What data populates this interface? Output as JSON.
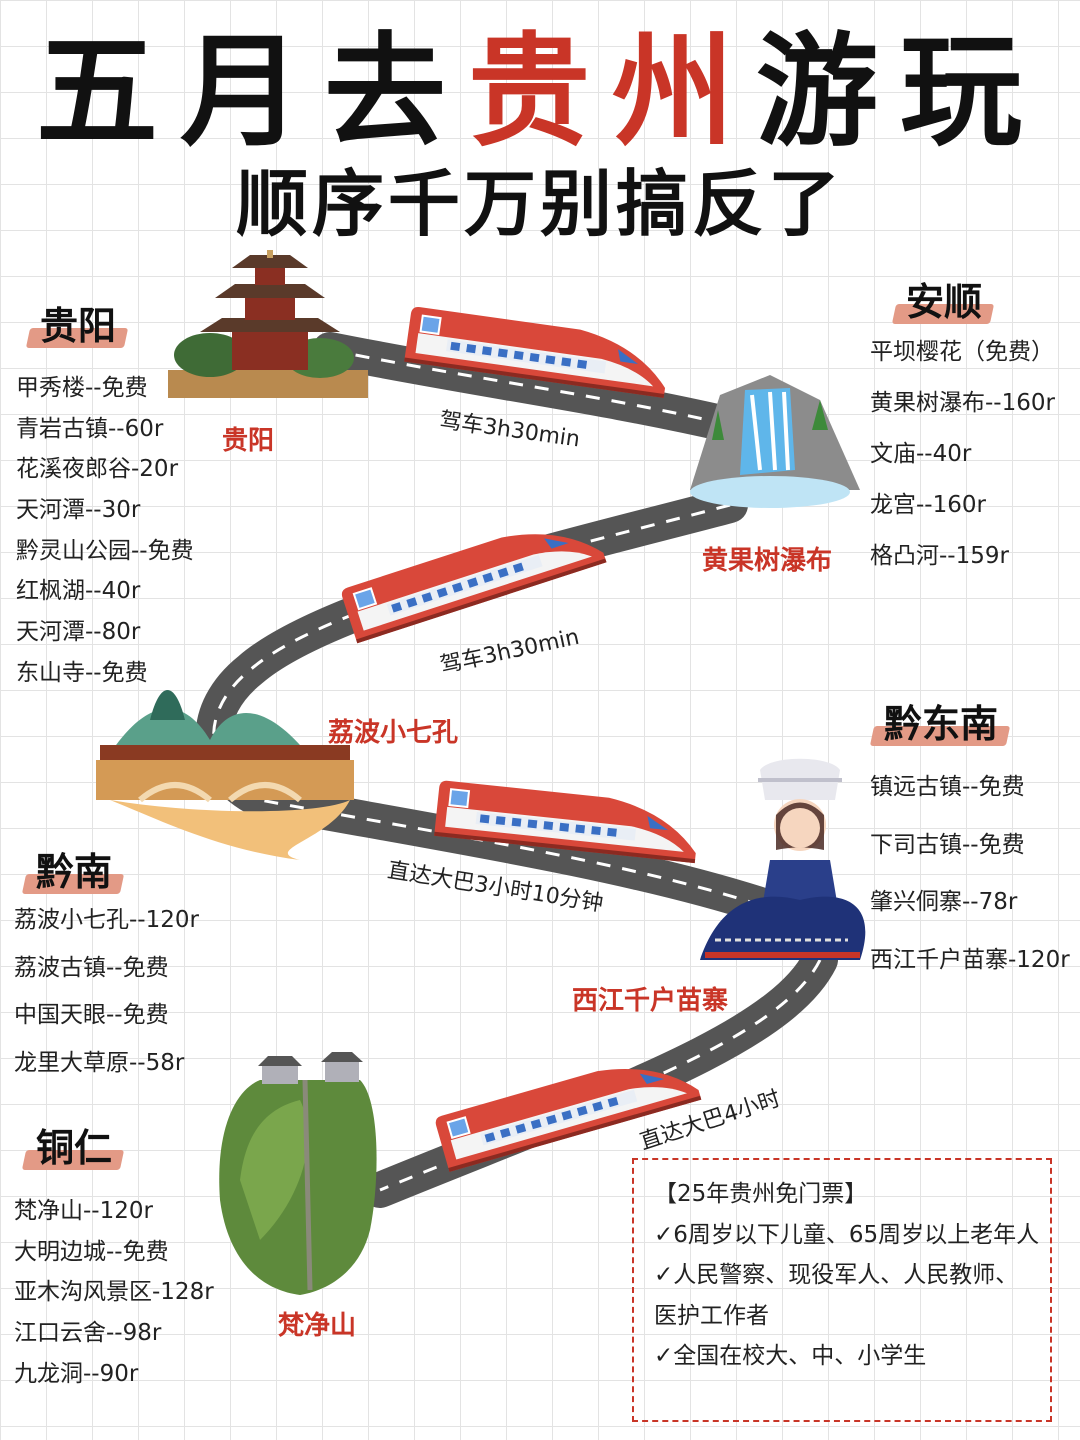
{
  "title": {
    "part1": "五月去",
    "highlight": "贵州",
    "part2": "游玩"
  },
  "subtitle": "顺序千万别搞反了",
  "colors": {
    "accent": "#c93527",
    "highlight_bar": "#e39a86",
    "road": "#555555"
  },
  "regions": {
    "guiyang": {
      "name": "贵阳",
      "items": [
        "甲秀楼--免费",
        "青岩古镇--60r",
        "花溪夜郎谷-20r",
        "天河潭--30r",
        "黔灵山公园--免费",
        "红枫湖--40r",
        "天河潭--80r",
        "东山寺--免费"
      ]
    },
    "anshun": {
      "name": "安顺",
      "items": [
        "平坝樱花（免费）",
        "黄果树瀑布--160r",
        "文庙--40r",
        "龙宫--160r",
        "格凸河--159r"
      ]
    },
    "qiandongnan": {
      "name": "黔东南",
      "items": [
        "镇远古镇--免费",
        "下司古镇--免费",
        "肇兴侗寨--78r",
        "西江千户苗寨-120r"
      ]
    },
    "qiannan": {
      "name": "黔南",
      "items": [
        "荔波小七孔--120r",
        "荔波古镇--免费",
        "中国天眼--免费",
        "龙里大草原--58r"
      ]
    },
    "tongren": {
      "name": "铜仁",
      "items": [
        "梵净山--120r",
        "大明边城--免费",
        "亚木沟风景区-128r",
        "江口云舍--98r",
        "九龙洞--90r"
      ]
    }
  },
  "places": {
    "guiyang": "贵阳",
    "huangguoshu": "黄果树瀑布",
    "libo": "荔波小七孔",
    "xijiang": "西江千户苗寨",
    "fanjingshan": "梵净山"
  },
  "routes": {
    "r1": "驾车3h30min",
    "r2": "驾车3h30min",
    "r3": "直达大巴3小时10分钟",
    "r4": "直达大巴4小时"
  },
  "notice": {
    "heading": "【25年贵州免门票】",
    "items": [
      "✓6周岁以下儿童、65周岁以上老年人",
      "✓人民警察、现役军人、人民教师、医护工作者",
      "✓全国在校大、中、小学生"
    ]
  },
  "icons": [
    "pagoda-icon",
    "waterfall-icon",
    "bridge-icon",
    "miao-girl-icon",
    "mountain-icon",
    "train-icon"
  ]
}
